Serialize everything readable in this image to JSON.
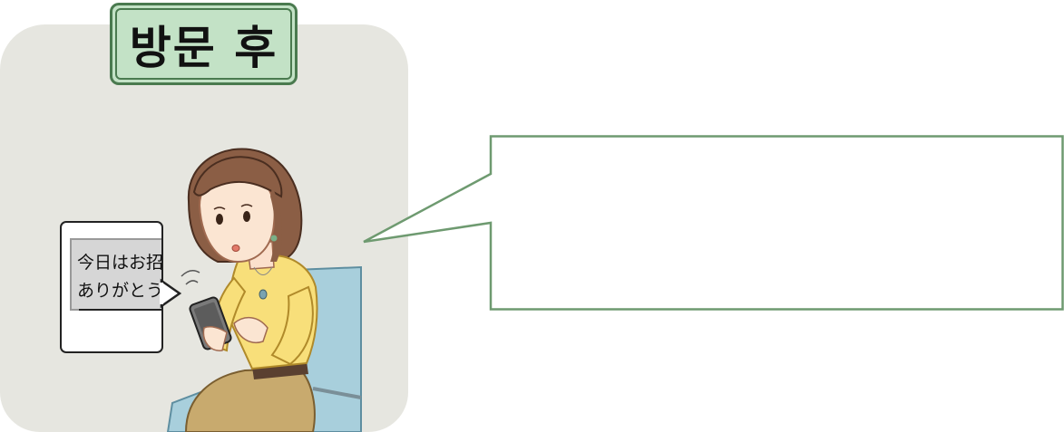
{
  "title": {
    "text": "방문 후"
  },
  "phone_message": {
    "line1": "今日はお招",
    "line2": "ありがとう"
  },
  "speech_bubble": {
    "text": ""
  },
  "colors": {
    "panel_background": "#e6e6e0",
    "title_badge_fill": "#c3e2c6",
    "title_badge_border": "#4a7a4f",
    "speech_bubble_border": "#6e9a70",
    "sweater": "#f8df7a",
    "skirt": "#c8aa6e",
    "chair": "#a8cfdc",
    "hair": "#8b5e45"
  }
}
